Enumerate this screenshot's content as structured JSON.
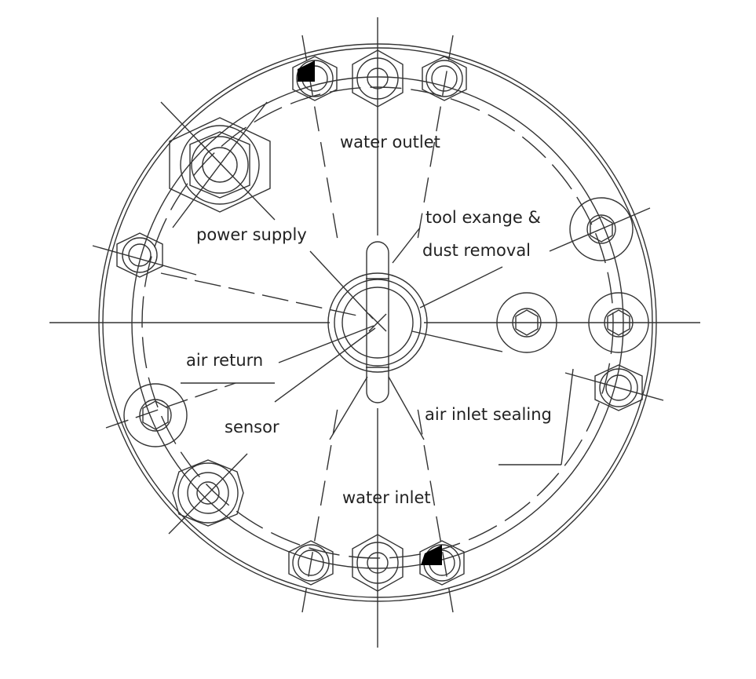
{
  "diagram": {
    "colors": {
      "ink": "#333333",
      "fill": "#000000",
      "background": "#ffffff"
    },
    "labels": {
      "water_outlet": "water outlet",
      "power_supply": "power supply",
      "tool_exchange_line1": "tool exange &",
      "tool_exchange_line2": "dust removal",
      "air_return": "air return",
      "sensor": "sensor",
      "air_inlet_sealing": "air inlet sealing",
      "water_inlet": "water inlet"
    }
  }
}
